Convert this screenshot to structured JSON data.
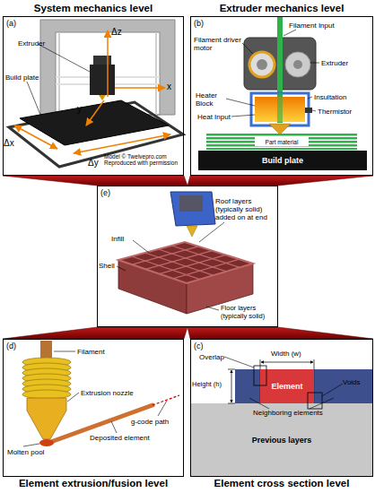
{
  "diagram": {
    "nodes": [
      {
        "text": [
          "System mechanics level",
          "(a)"
        ]
      },
      {
        "text": [
          "Extruder mechanics level",
          "(b)"
        ]
      },
      {
        "text": [
          "Part material"
        ],
        "in": 1
      },
      {
        "text": [
          "Build plate"
        ],
        "in": 1
      },
      {
        "text": [
          "(e)"
        ]
      },
      {
        "text": [
          "Element extrusion/fusion level",
          "(d)"
        ]
      },
      {
        "text": [
          "Element cross section level",
          "(c)"
        ]
      },
      {
        "text": [
          "Element"
        ],
        "in": 6
      },
      {
        "text": [
          "Previous layers"
        ],
        "in": 6
      }
    ],
    "edges": [
      {
        "from": 0,
        "to": 4,
        "arrow": "none"
      },
      {
        "from": 1,
        "to": 4,
        "arrow": "none"
      },
      {
        "from": 4,
        "to": 5,
        "arrow": "none"
      },
      {
        "from": 4,
        "to": 6,
        "arrow": "none"
      }
    ],
    "labels": [
      "Extruder",
      "Build plate",
      "Δz",
      "x",
      "y",
      "Δx",
      "Δy",
      "Model © Twelvepro.com Reproduced with permission",
      "Filament driver motor",
      "Filament Input",
      "Extruder",
      "Heater Block",
      "Insultation",
      "Heat Input",
      "Thermistor",
      "Roof layers (typically solid) added on at end",
      "Infill",
      "Shell",
      "Floor layers (typically solid)",
      "Filament",
      "Extrusion nozzle",
      "g-code path",
      "Molten pool",
      "Deposited element",
      "Overlap",
      "Width (w)",
      "Height (h)",
      "Voids",
      "Neighboring elements"
    ]
  }
}
